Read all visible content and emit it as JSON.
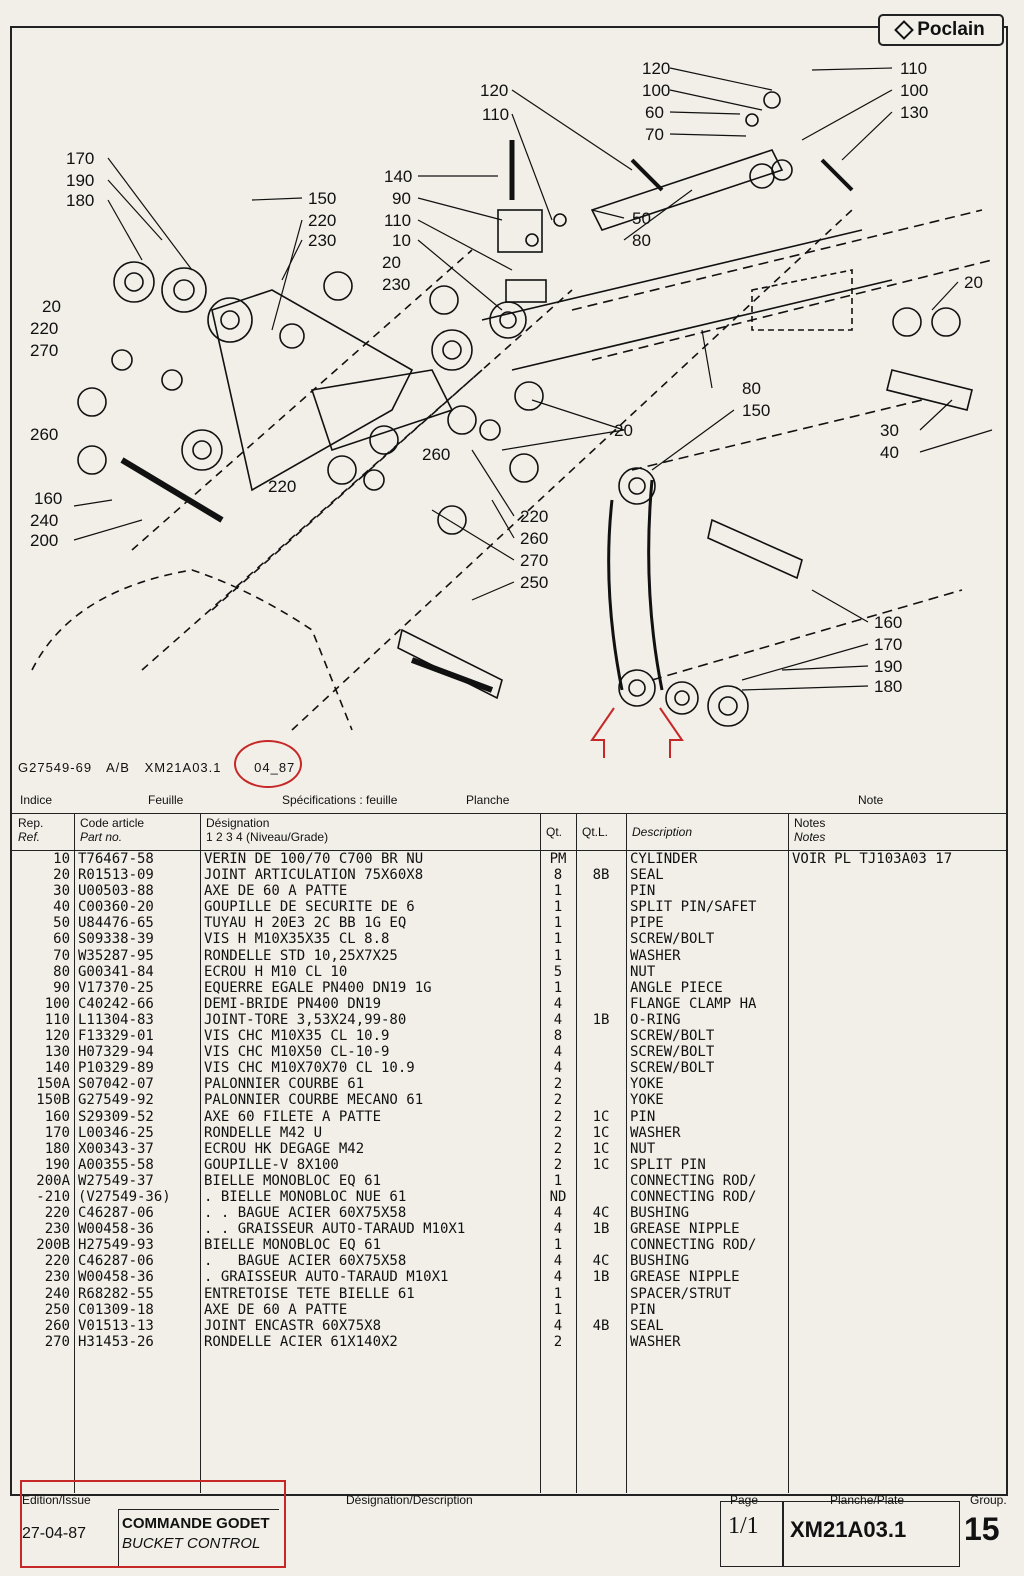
{
  "brand": "Poclain",
  "reference_line": {
    "drawing_no": "G27549-69",
    "ab": "A/B",
    "plate": "XM21A03.1",
    "date": "04_87"
  },
  "header": {
    "indice": "Indice",
    "feuille": "Feuille",
    "specifications": "Spécifications : feuille",
    "planche": "Planche",
    "note": "Note",
    "rep": "Rep.",
    "ref": "Ref.",
    "code_article": "Code article",
    "part_no": "Part no.",
    "designation": "Désignation",
    "niveau": "1  2  3  4  (Niveau/Grade)",
    "qt": "Qt.",
    "qtl": "Qt.L.",
    "description": "Description",
    "notes1": "Notes",
    "notes2": "Notes"
  },
  "parts": [
    {
      "rep": "10",
      "code": "T76467-58",
      "designation": "VERIN DE 100/70 C700 BR NU",
      "qt": "PM",
      "qtl": "",
      "description": "CYLINDER",
      "notes": "VOIR PL TJ103A03 17"
    },
    {
      "rep": "20",
      "code": "R01513-09",
      "designation": "JOINT ARTICULATION 75X60X8",
      "qt": "8",
      "qtl": "8B",
      "description": "SEAL",
      "notes": ""
    },
    {
      "rep": "30",
      "code": "U00503-88",
      "designation": "AXE DE 60 A PATTE",
      "qt": "1",
      "qtl": "",
      "description": "PIN",
      "notes": ""
    },
    {
      "rep": "40",
      "code": "C00360-20",
      "designation": "GOUPILLE DE SECURITE DE 6",
      "qt": "1",
      "qtl": "",
      "description": "SPLIT PIN/SAFET",
      "notes": ""
    },
    {
      "rep": "50",
      "code": "U84476-65",
      "designation": "TUYAU H 20E3 2C BB 1G EQ",
      "qt": "1",
      "qtl": "",
      "description": "PIPE",
      "notes": ""
    },
    {
      "rep": "60",
      "code": "S09338-39",
      "designation": "VIS H M10X35X35 CL 8.8",
      "qt": "1",
      "qtl": "",
      "description": "SCREW/BOLT",
      "notes": ""
    },
    {
      "rep": "70",
      "code": "W35287-95",
      "designation": "RONDELLE STD 10,25X7X25",
      "qt": "1",
      "qtl": "",
      "description": "WASHER",
      "notes": ""
    },
    {
      "rep": "80",
      "code": "G00341-84",
      "designation": "ECROU H M10 CL 10",
      "qt": "5",
      "qtl": "",
      "description": "NUT",
      "notes": ""
    },
    {
      "rep": "90",
      "code": "V17370-25",
      "designation": "EQUERRE EGALE PN400 DN19 1G",
      "qt": "1",
      "qtl": "",
      "description": "ANGLE PIECE",
      "notes": ""
    },
    {
      "rep": "100",
      "code": "C40242-66",
      "designation": "DEMI-BRIDE PN400 DN19",
      "qt": "4",
      "qtl": "",
      "description": "FLANGE CLAMP HA",
      "notes": ""
    },
    {
      "rep": "110",
      "code": "L11304-83",
      "designation": "JOINT-TORE 3,53X24,99-80",
      "qt": "4",
      "qtl": "1B",
      "description": "O-RING",
      "notes": ""
    },
    {
      "rep": "120",
      "code": "F13329-01",
      "designation": "VIS CHC M10X35 CL 10.9",
      "qt": "8",
      "qtl": "",
      "description": "SCREW/BOLT",
      "notes": ""
    },
    {
      "rep": "130",
      "code": "H07329-94",
      "designation": "VIS CHC M10X50 CL-10-9",
      "qt": "4",
      "qtl": "",
      "description": "SCREW/BOLT",
      "notes": ""
    },
    {
      "rep": "140",
      "code": "P10329-89",
      "designation": "VIS CHC M10X70X70 CL 10.9",
      "qt": "4",
      "qtl": "",
      "description": "SCREW/BOLT",
      "notes": ""
    },
    {
      "rep": "150A",
      "code": "S07042-07",
      "designation": "PALONNIER COURBE 61",
      "qt": "2",
      "qtl": "",
      "description": "YOKE",
      "notes": ""
    },
    {
      "rep": "150B",
      "code": "G27549-92",
      "designation": "PALONNIER COURBE MECANO 61",
      "qt": "2",
      "qtl": "",
      "description": "YOKE",
      "notes": ""
    },
    {
      "rep": "160",
      "code": "S29309-52",
      "designation": "AXE 60 FILETE A PATTE",
      "qt": "2",
      "qtl": "1C",
      "description": "PIN",
      "notes": ""
    },
    {
      "rep": "170",
      "code": "L00346-25",
      "designation": "RONDELLE M42 U",
      "qt": "2",
      "qtl": "1C",
      "description": "WASHER",
      "notes": ""
    },
    {
      "rep": "180",
      "code": "X00343-37",
      "designation": "ECROU HK DEGAGE M42",
      "qt": "2",
      "qtl": "1C",
      "description": "NUT",
      "notes": ""
    },
    {
      "rep": "190",
      "code": "A00355-58",
      "designation": "GOUPILLE-V 8X100",
      "qt": "2",
      "qtl": "1C",
      "description": "SPLIT PIN",
      "notes": ""
    },
    {
      "rep": "200A",
      "code": "W27549-37",
      "designation": "BIELLE MONOBLOC EQ 61",
      "qt": "1",
      "qtl": "",
      "description": "CONNECTING ROD/",
      "notes": ""
    },
    {
      "rep": "-210",
      "code": "(V27549-36)",
      "designation": ". BIELLE MONOBLOC NUE 61",
      "qt": "ND",
      "qtl": "",
      "description": "CONNECTING ROD/",
      "notes": ""
    },
    {
      "rep": "220",
      "code": "C46287-06",
      "designation": ". . BAGUE ACIER 60X75X58",
      "qt": "4",
      "qtl": "4C",
      "description": "BUSHING",
      "notes": ""
    },
    {
      "rep": "230",
      "code": "W00458-36",
      "designation": ". . GRAISSEUR AUTO-TARAUD M10X1",
      "qt": "4",
      "qtl": "1B",
      "description": "GREASE NIPPLE",
      "notes": ""
    },
    {
      "rep": "200B",
      "code": "H27549-93",
      "designation": "BIELLE MONOBLOC EQ 61",
      "qt": "1",
      "qtl": "",
      "description": "CONNECTING ROD/",
      "notes": ""
    },
    {
      "rep": "220",
      "code": "C46287-06",
      "designation": ".   BAGUE ACIER 60X75X58",
      "qt": "4",
      "qtl": "4C",
      "description": "BUSHING",
      "notes": ""
    },
    {
      "rep": "230",
      "code": "W00458-36",
      "designation": ". GRAISSEUR AUTO-TARAUD M10X1",
      "qt": "4",
      "qtl": "1B",
      "description": "GREASE NIPPLE",
      "notes": ""
    },
    {
      "rep": "240",
      "code": "R68282-55",
      "designation": "ENTRETOISE TETE BIELLE 61",
      "qt": "1",
      "qtl": "",
      "description": "SPACER/STRUT",
      "notes": ""
    },
    {
      "rep": "250",
      "code": "C01309-18",
      "designation": "AXE DE 60 A PATTE",
      "qt": "1",
      "qtl": "",
      "description": "PIN",
      "notes": ""
    },
    {
      "rep": "260",
      "code": "V01513-13",
      "designation": "JOINT ENCASTR 60X75X8",
      "qt": "4",
      "qtl": "4B",
      "description": "SEAL",
      "notes": ""
    },
    {
      "rep": "270",
      "code": "H31453-26",
      "designation": "RONDELLE ACIER 61X140X2",
      "qt": "2",
      "qtl": "",
      "description": "WASHER",
      "notes": ""
    }
  ],
  "callouts": [
    "120",
    "100",
    "60",
    "70",
    "110",
    "100",
    "130",
    "120",
    "110",
    "140",
    "90",
    "110",
    "10",
    "50",
    "80",
    "170",
    "190",
    "180",
    "150",
    "220",
    "230",
    "20",
    "230",
    "20",
    "220",
    "270",
    "260",
    "260",
    "220",
    "160",
    "240",
    "200",
    "20",
    "80",
    "150",
    "20",
    "30",
    "40",
    "220",
    "260",
    "270",
    "250",
    "160",
    "170",
    "190",
    "180"
  ],
  "footer": {
    "edition_label": "Edition/Issue",
    "edition_value": "27-04-87",
    "title_fr": "COMMANDE GODET",
    "title_en": "BUCKET CONTROL",
    "designation_label": "Désignation/Description",
    "page_label": "Page",
    "page_value": "1/1",
    "plate_label": "Planche/Plate",
    "plate_value": "XM21A03.1",
    "group_label": "Group.",
    "group_value": "15"
  },
  "colors": {
    "annotation": "#c62828",
    "paper": "#f2efe8",
    "ink": "#111111"
  }
}
